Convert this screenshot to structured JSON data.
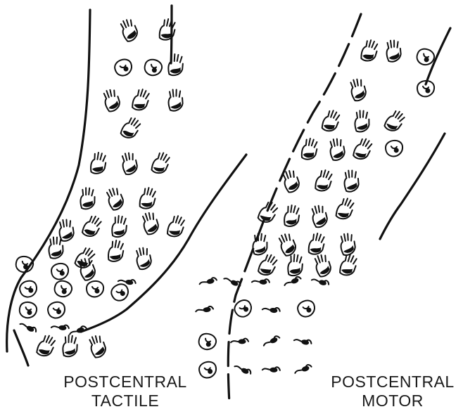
{
  "figure": {
    "left_caption": {
      "line1": "POSTCENTRAL",
      "line2": "TACTILE"
    },
    "right_caption": {
      "line1": "POSTCENTRAL",
      "line2": "MOTOR"
    },
    "ink_color": "#111111",
    "background_color": "#ffffff"
  }
}
